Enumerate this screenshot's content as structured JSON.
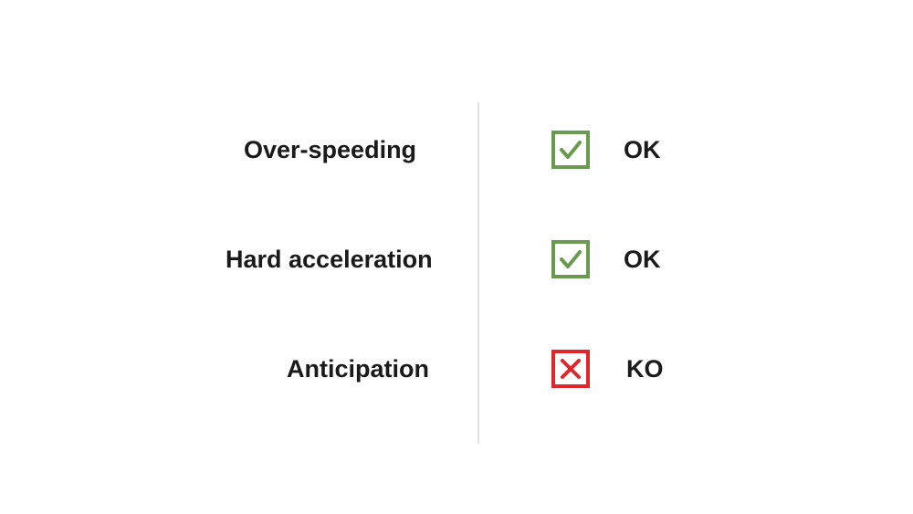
{
  "checks": [
    {
      "label": "Over-speeding",
      "status": "OK",
      "icon": "checkmark-icon",
      "color": "#6a9a4f"
    },
    {
      "label": "Hard acceleration",
      "status": "OK",
      "icon": "checkmark-icon",
      "color": "#6a9a4f"
    },
    {
      "label": "Anticipation",
      "status": "KO",
      "icon": "cross-icon",
      "color": "#e0262b"
    }
  ],
  "colors": {
    "ok": "#6a9a4f",
    "ko": "#e0262b",
    "text": "#1a1a1a",
    "divider": "#e2e2e2"
  }
}
